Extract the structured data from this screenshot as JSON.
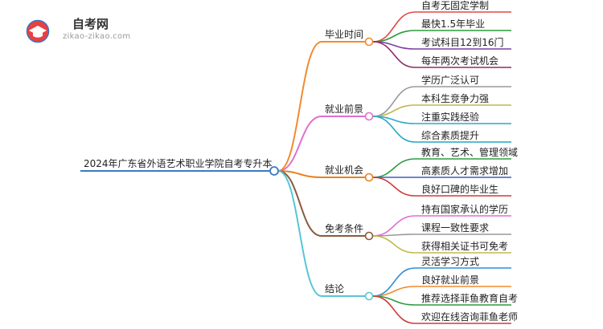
{
  "logo": {
    "name": "自考网",
    "url": "zikao-zikao.com"
  },
  "root": {
    "label": "2024年广东省外语艺术职业学院自考专升本",
    "color": "#3a79c6"
  },
  "branches": [
    {
      "label": "毕业时间",
      "color": "#f28a2d",
      "leaves": [
        {
          "label": "自考无固定学制",
          "color": "#e04a45"
        },
        {
          "label": "最快1.5年毕业",
          "color": "#2e9b3f"
        },
        {
          "label": "考试科目12到16门",
          "color": "#7b3fa0"
        },
        {
          "label": "每年两次考试机会",
          "color": "#8e2a6b"
        }
      ]
    },
    {
      "label": "就业前景",
      "color": "#e06fd0",
      "leaves": [
        {
          "label": "学历广泛认可",
          "color": "#9a9a9a"
        },
        {
          "label": "本科生竞争力强",
          "color": "#c2b94e"
        },
        {
          "label": "注重实践经验",
          "color": "#2fa8c4"
        },
        {
          "label": "综合素质提升",
          "color": "#23a6c9"
        }
      ]
    },
    {
      "label": "就业机会",
      "color": "#e6821f",
      "leaves": [
        {
          "label": "教育、艺术、管理领域",
          "color": "#2e9b3f"
        },
        {
          "label": "高素质人才需求增加",
          "color": "#3a5fc8"
        },
        {
          "label": "良好口碑的毕业生",
          "color": "#d23a3a"
        }
      ]
    },
    {
      "label": "免考条件",
      "color": "#8b5a3c",
      "leaves": [
        {
          "label": "持有国家承认的学历",
          "color": "#e06fd0"
        },
        {
          "label": "课程一致性要求",
          "color": "#9a9a9a"
        },
        {
          "label": "获得相关证书可免考",
          "color": "#c2b94e"
        }
      ]
    },
    {
      "label": "结论",
      "color": "#55c6d6",
      "leaves": [
        {
          "label": "灵活学习方式",
          "color": "#2f8fd6"
        },
        {
          "label": "良好就业前景",
          "color": "#f28a2d"
        },
        {
          "label": "推荐选择菲鱼教育自考",
          "color": "#2e9b3f"
        },
        {
          "label": "欢迎在线咨询菲鱼老师",
          "color": "#d23a3a"
        }
      ]
    }
  ]
}
